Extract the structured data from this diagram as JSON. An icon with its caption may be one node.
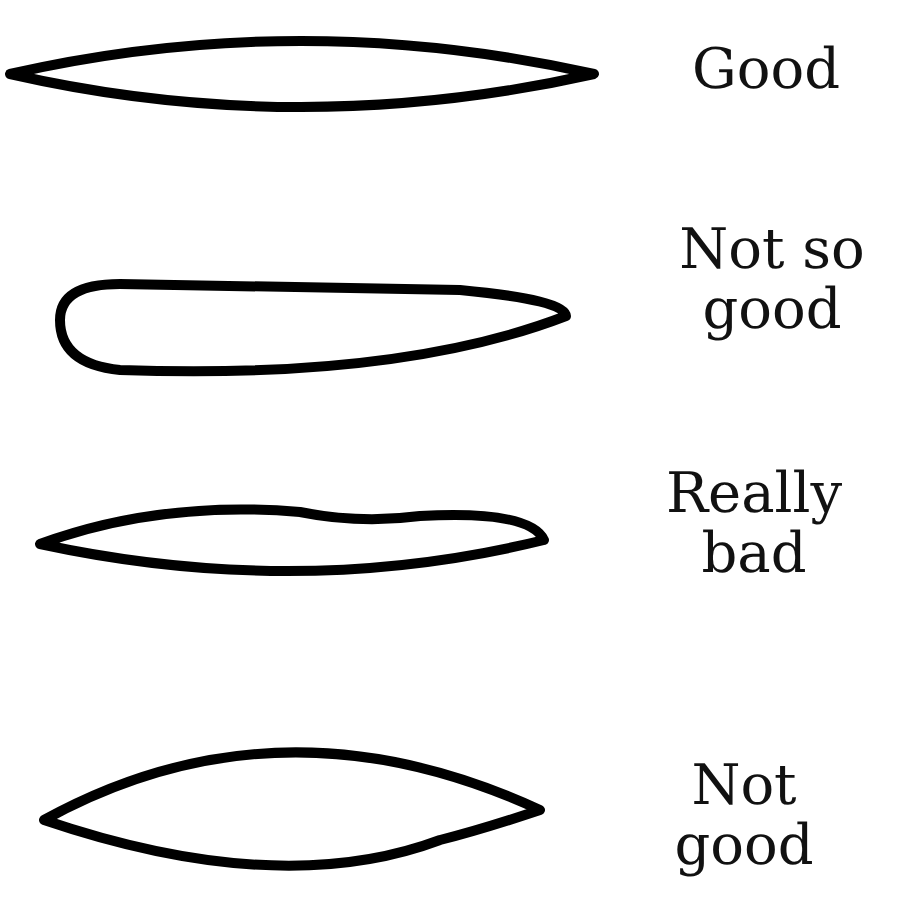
{
  "diagram": {
    "nodes": [
      {
        "text": [],
        "shape": "lens",
        "beside": [
          "Good"
        ]
      },
      {
        "text": [],
        "shape": "lens",
        "beside": [
          "Not so good"
        ]
      },
      {
        "text": [],
        "shape": "lens",
        "beside": [
          "Really bad"
        ]
      },
      {
        "text": [],
        "shape": "lens",
        "beside": [
          "Not good"
        ]
      }
    ],
    "edges": []
  }
}
